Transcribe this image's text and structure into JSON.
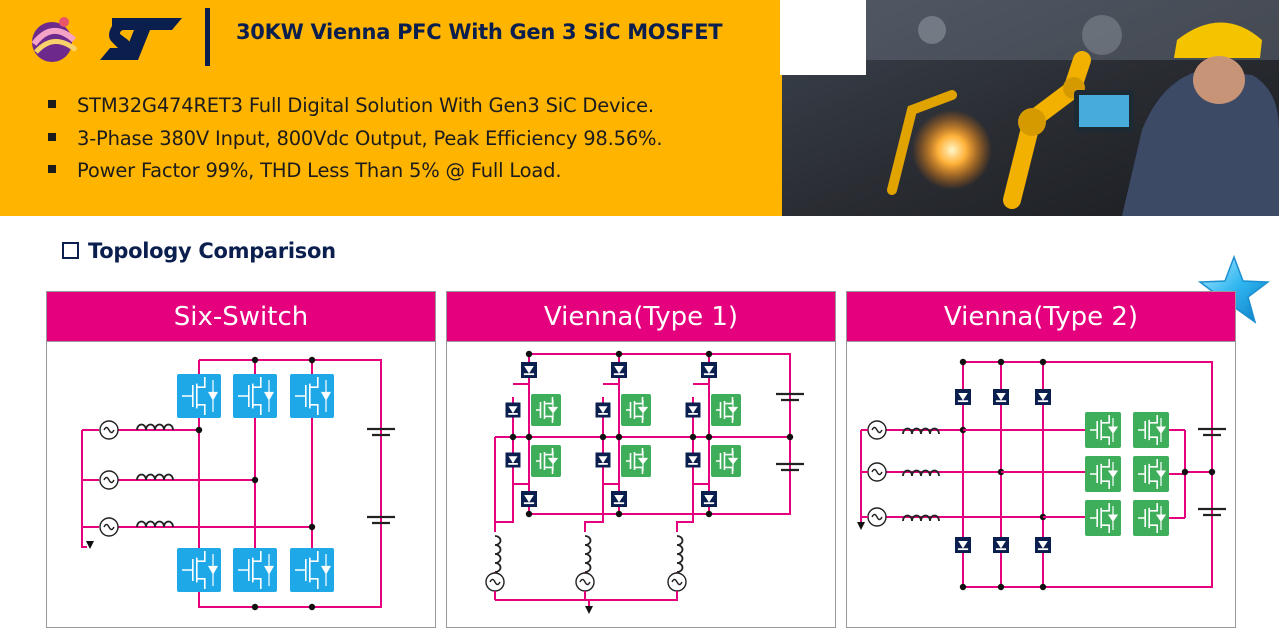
{
  "header": {
    "title": "30KW Vienna PFC With Gen 3 SiC MOSFET",
    "bullets": [
      "STM32G474RET3 Full Digital Solution With Gen3 SiC Device.",
      "3-Phase 380V Input, 800Vdc Output, Peak Efficiency 98.56%.",
      "Power Factor 99%, THD Less Than 5% @ Full Load."
    ]
  },
  "section": {
    "title": "Topology Comparison"
  },
  "panels": [
    {
      "title": "Six-Switch"
    },
    {
      "title": "Vienna(Type 1)"
    },
    {
      "title": "Vienna(Type 2)"
    }
  ],
  "colors": {
    "header_bg": "#FFB400",
    "title_text": "#0b1f4f",
    "panel_header": "#E5007E",
    "wire": "#E5007E",
    "mosfet_six_switch": "#1EA8E8",
    "mosfet_vienna": "#3FAE5A",
    "diode": "#0B1F4F"
  },
  "icons": [
    "company-swirl-logo",
    "st-logo",
    "star-icon",
    "factory-robot-photo"
  ]
}
